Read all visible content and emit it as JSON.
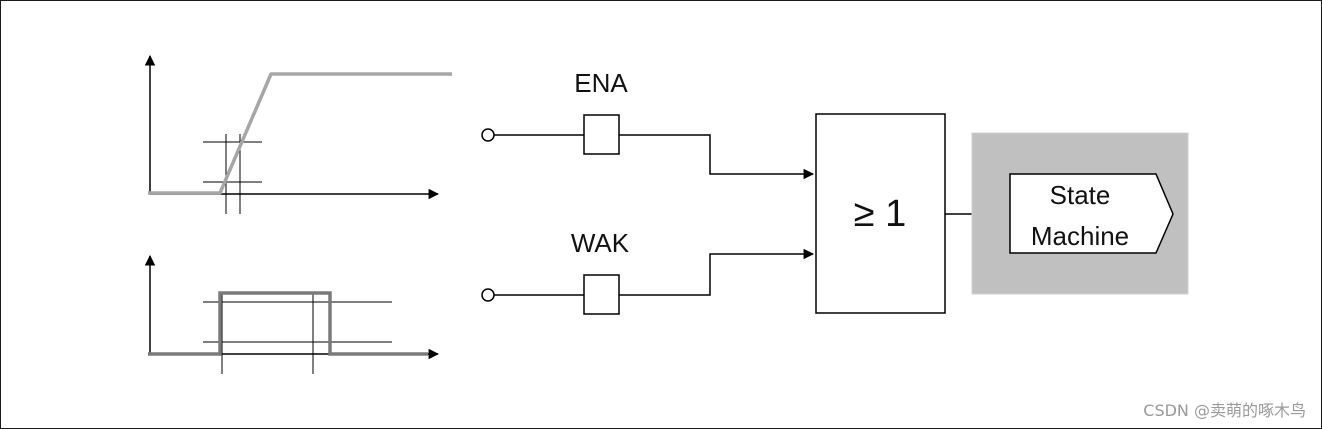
{
  "inputs": {
    "ena_label": "ENA",
    "wak_label": "WAK"
  },
  "or_gate": {
    "label": "≥ 1"
  },
  "state_machine": {
    "line1": "State",
    "line2": "Machine"
  },
  "watermark": "CSDN @卖萌的啄木鸟",
  "colors": {
    "ramp_signal": "#a6a6a6",
    "pulse_signal": "#7a7a7a",
    "state_machine_panel": "#c0c0c0",
    "line": "#000000"
  }
}
